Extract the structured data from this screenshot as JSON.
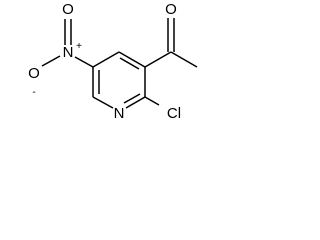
{
  "molecule": {
    "atoms": {
      "oxygen_carbonyl": "O",
      "oxygen_nitro_top": "O",
      "oxygen_nitro_left": "O",
      "nitrogen_nitro": "N",
      "nitrogen_ring": "N",
      "chlorine": "Cl"
    },
    "charges": {
      "nitro_nitrogen": "+",
      "nitro_oxygen_left": "-"
    }
  }
}
